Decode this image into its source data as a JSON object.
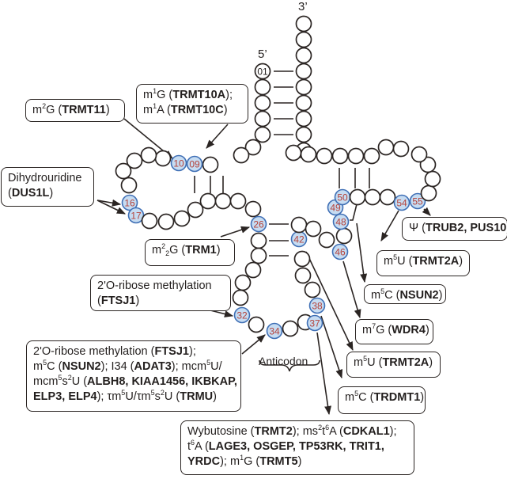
{
  "diagram": {
    "title": "tRNA cloverleaf modification map",
    "end_labels": {
      "five_prime": "5’",
      "three_prime": "3’"
    },
    "anticodon_label": "Anticodon",
    "colors": {
      "stroke": "#2b2523",
      "modified_fill": "#c6dcf2",
      "modified_stroke": "#3f6fb5",
      "number_text": "#b5423a",
      "text": "#231f1e"
    },
    "numbered_positions": [
      "01",
      "09",
      "10",
      "16",
      "17",
      "26",
      "32",
      "34",
      "37",
      "38",
      "42",
      "46",
      "48",
      "49",
      "50",
      "54",
      "55"
    ],
    "modified_positions": [
      "09",
      "10",
      "16",
      "17",
      "26",
      "32",
      "34",
      "37",
      "38",
      "42",
      "46",
      "48",
      "49",
      "50",
      "54",
      "55"
    ],
    "annotations": [
      {
        "id": "m2g-trmt11",
        "segments": [
          [
            "m",
            ""
          ],
          [
            "2",
            "sup"
          ],
          [
            "G (",
            ""
          ],
          [
            "TRMT11",
            "b"
          ],
          [
            ")",
            ""
          ]
        ],
        "targets": [
          "10"
        ]
      },
      {
        "id": "m1g-trmt10a",
        "segments": [
          [
            "m",
            ""
          ],
          [
            "1",
            "sup"
          ],
          [
            "G (",
            ""
          ],
          [
            "TRMT10A",
            "b"
          ],
          [
            ");",
            ""
          ],
          [
            "\n",
            ""
          ],
          [
            "m",
            ""
          ],
          [
            "1",
            "sup"
          ],
          [
            "A (",
            ""
          ],
          [
            "TRMT10C",
            "b"
          ],
          [
            ")",
            ""
          ]
        ],
        "targets": [
          "09"
        ]
      },
      {
        "id": "dihydrouridine",
        "segments": [
          [
            "Dihydrouridine",
            ""
          ],
          [
            "\n",
            ""
          ],
          [
            "(",
            ""
          ],
          [
            "DUS1L",
            "b"
          ],
          [
            ")",
            ""
          ]
        ],
        "targets": [
          "16",
          "17"
        ]
      },
      {
        "id": "m22g-trm1",
        "segments": [
          [
            "m",
            ""
          ],
          [
            "2",
            "sup"
          ],
          [
            "2",
            "sub"
          ],
          [
            "G (",
            ""
          ],
          [
            "TRM1",
            "b"
          ],
          [
            ")",
            ""
          ]
        ],
        "targets": [
          "26"
        ]
      },
      {
        "id": "ribose-ftsj1-32",
        "segments": [
          [
            "2'O-ribose methylation",
            ""
          ],
          [
            "\n",
            ""
          ],
          [
            "(",
            ""
          ],
          [
            "FTSJ1",
            "b"
          ],
          [
            ")",
            ""
          ]
        ],
        "targets": [
          "32"
        ]
      },
      {
        "id": "pos34-mods",
        "segments": [
          [
            "2'O-ribose methylation (",
            ""
          ],
          [
            "FTSJ1",
            "b"
          ],
          [
            ");",
            ""
          ],
          [
            "\n",
            ""
          ],
          [
            "m",
            ""
          ],
          [
            "5",
            "sup"
          ],
          [
            "C (",
            ""
          ],
          [
            "NSUN2",
            "b"
          ],
          [
            "); I34 (",
            ""
          ],
          [
            "ADAT3",
            "b"
          ],
          [
            "); mcm",
            ""
          ],
          [
            "5",
            "sup"
          ],
          [
            "U/",
            ""
          ],
          [
            "\n",
            ""
          ],
          [
            "mcm",
            ""
          ],
          [
            "5",
            "sup"
          ],
          [
            "s",
            ""
          ],
          [
            "2",
            "sup"
          ],
          [
            "U (",
            ""
          ],
          [
            "ALBH8, KIAA1456, IKBKAP,",
            "b"
          ],
          [
            "\n",
            ""
          ],
          [
            "ELP3, ELP4",
            "b"
          ],
          [
            "); τm",
            ""
          ],
          [
            "5",
            "sup"
          ],
          [
            "U/τm",
            ""
          ],
          [
            "5",
            "sup"
          ],
          [
            "s",
            ""
          ],
          [
            "2",
            "sup"
          ],
          [
            "U (",
            ""
          ],
          [
            "TRMU",
            "b"
          ],
          [
            ")",
            ""
          ]
        ],
        "targets": [
          "34"
        ]
      },
      {
        "id": "psi-trub2",
        "segments": [
          [
            "Ψ (",
            ""
          ],
          [
            "TRUB2, PUS10",
            "b"
          ],
          [
            ")",
            ""
          ]
        ],
        "targets": [
          "55"
        ]
      },
      {
        "id": "m5u-trmt2a-54",
        "segments": [
          [
            "m",
            ""
          ],
          [
            "5",
            "sup"
          ],
          [
            "U (",
            ""
          ],
          [
            "TRMT2A",
            "b"
          ],
          [
            ")",
            ""
          ]
        ],
        "targets": [
          "54"
        ]
      },
      {
        "id": "m5c-nsun2-48",
        "segments": [
          [
            "m",
            ""
          ],
          [
            "5",
            "sup"
          ],
          [
            "C (",
            ""
          ],
          [
            "NSUN2",
            "b"
          ],
          [
            ")",
            ""
          ]
        ],
        "targets": [
          "48"
        ]
      },
      {
        "id": "m7g-wdr4",
        "segments": [
          [
            "m",
            ""
          ],
          [
            "7",
            "sup"
          ],
          [
            "G (",
            ""
          ],
          [
            "WDR4",
            "b"
          ],
          [
            ")",
            ""
          ]
        ],
        "targets": [
          "46"
        ]
      },
      {
        "id": "m5u-trmt2a-42",
        "segments": [
          [
            "m",
            ""
          ],
          [
            "5",
            "sup"
          ],
          [
            "U (",
            ""
          ],
          [
            "TRMT2A",
            "b"
          ],
          [
            ")",
            ""
          ]
        ],
        "targets": [
          "42"
        ]
      },
      {
        "id": "m5c-trdmt1",
        "segments": [
          [
            "m",
            ""
          ],
          [
            "5",
            "sup"
          ],
          [
            "C (",
            ""
          ],
          [
            "TRDMT1",
            "b"
          ],
          [
            ")",
            ""
          ]
        ],
        "targets": [
          "38"
        ]
      },
      {
        "id": "pos37-mods",
        "segments": [
          [
            "Wybutosine (",
            ""
          ],
          [
            "TRMT2",
            "b"
          ],
          [
            "); ms",
            ""
          ],
          [
            "2",
            "sup"
          ],
          [
            "t",
            ""
          ],
          [
            "6",
            "sup"
          ],
          [
            "A (",
            ""
          ],
          [
            "CDKAL1",
            "b"
          ],
          [
            ");",
            ""
          ],
          [
            "\n",
            ""
          ],
          [
            "t",
            ""
          ],
          [
            "6",
            "sup"
          ],
          [
            "A (",
            ""
          ],
          [
            "LAGE3, OSGEP, TP53RK, TRIT1,",
            "b"
          ],
          [
            "\n",
            ""
          ],
          [
            "YRDC",
            "b"
          ],
          [
            "); m",
            ""
          ],
          [
            "1",
            "sup"
          ],
          [
            "G (",
            ""
          ],
          [
            "TRMT5",
            "b"
          ],
          [
            ")",
            ""
          ]
        ],
        "targets": [
          "37"
        ]
      }
    ]
  }
}
